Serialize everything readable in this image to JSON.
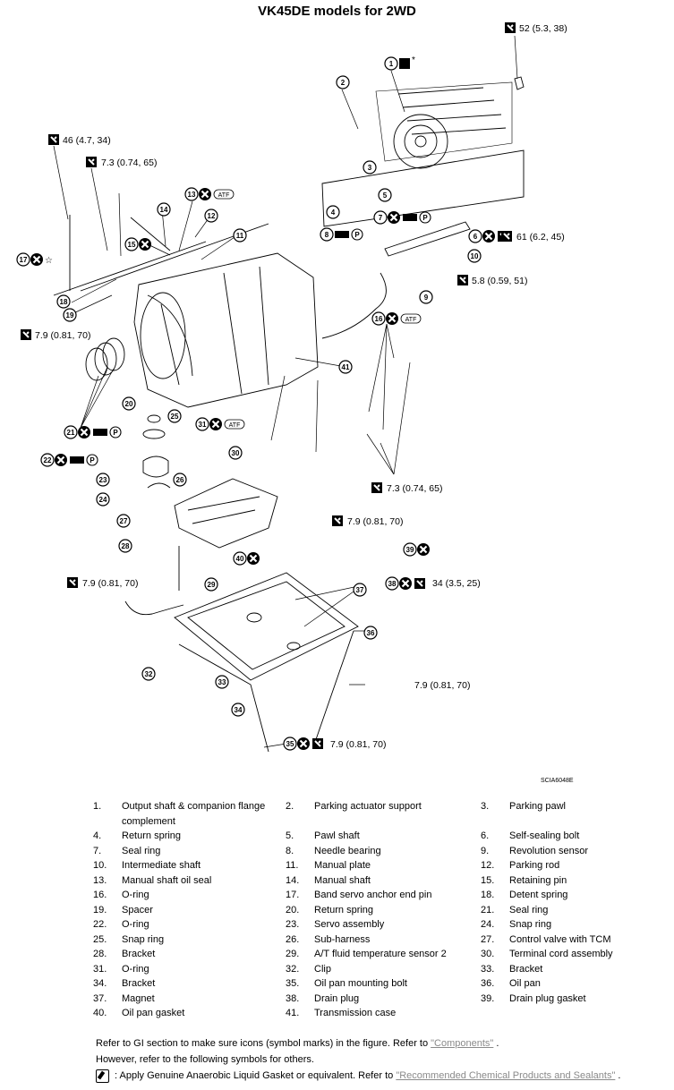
{
  "title": "VK45DE models for 2WD",
  "figure_id": "SCIA6048E",
  "callouts": [
    {
      "n": "1",
      "sym": "gasket",
      "suffix": "*"
    },
    {
      "n": "2"
    },
    {
      "n": "3"
    },
    {
      "n": "4"
    },
    {
      "n": "5"
    },
    {
      "n": "6",
      "sym": "x-torque",
      "torque": "61 (6.2, 45)"
    },
    {
      "n": "7",
      "sym": "x-p"
    },
    {
      "n": "8",
      "sym": "p"
    },
    {
      "n": "9"
    },
    {
      "n": "10"
    },
    {
      "n": "11"
    },
    {
      "n": "12"
    },
    {
      "n": "13",
      "sym": "x-atf"
    },
    {
      "n": "14"
    },
    {
      "n": "15",
      "sym": "x"
    },
    {
      "n": "16",
      "sym": "x-atf"
    },
    {
      "n": "17",
      "sym": "x-star"
    },
    {
      "n": "18"
    },
    {
      "n": "19"
    },
    {
      "n": "20"
    },
    {
      "n": "21",
      "sym": "x-p"
    },
    {
      "n": "22",
      "sym": "x-p"
    },
    {
      "n": "23"
    },
    {
      "n": "24"
    },
    {
      "n": "25"
    },
    {
      "n": "26"
    },
    {
      "n": "27"
    },
    {
      "n": "28"
    },
    {
      "n": "29"
    },
    {
      "n": "30"
    },
    {
      "n": "31",
      "sym": "x-atf"
    },
    {
      "n": "32"
    },
    {
      "n": "33"
    },
    {
      "n": "34"
    },
    {
      "n": "35",
      "sym": "x-torque"
    },
    {
      "n": "36"
    },
    {
      "n": "37"
    },
    {
      "n": "38",
      "sym": "x-torque"
    },
    {
      "n": "39",
      "sym": "x"
    },
    {
      "n": "40",
      "sym": "x"
    },
    {
      "n": "41"
    }
  ],
  "torques": {
    "t1": "52 (5.3, 38)",
    "t2": "46 (4.7, 34)",
    "t3": "7.3 (0.74, 65)",
    "t4": "5.8 (0.59, 51)",
    "t5": "7.9 (0.81, 70)",
    "t6": "61 (6.2, 45)",
    "t7": "7.3 (0.74, 65)",
    "t8": "7.9 (0.81, 70)",
    "t9": "7.9 (0.81, 70)",
    "t10": "34 (3.5, 25)",
    "t11": "7.9 (0.81, 70)",
    "t12": "7.9 (0.81, 70)"
  },
  "symbols": {
    "atf": "ATF",
    "p": "P",
    "star": "☆",
    "asterisk": "*"
  },
  "parts": [
    [
      "1.",
      "Output shaft & companion flange complement",
      "2.",
      "Parking actuator support",
      "3.",
      "Parking pawl"
    ],
    [
      "4.",
      "Return spring",
      "5.",
      "Pawl shaft",
      "6.",
      "Self-sealing bolt"
    ],
    [
      "7.",
      "Seal ring",
      "8.",
      "Needle bearing",
      "9.",
      "Revolution sensor"
    ],
    [
      "10.",
      "Intermediate shaft",
      "11.",
      "Manual plate",
      "12.",
      "Parking rod"
    ],
    [
      "13.",
      "Manual shaft oil seal",
      "14.",
      "Manual shaft",
      "15.",
      "Retaining pin"
    ],
    [
      "16.",
      "O-ring",
      "17.",
      "Band servo anchor end pin",
      "18.",
      "Detent spring"
    ],
    [
      "19.",
      "Spacer",
      "20.",
      "Return spring",
      "21.",
      "Seal ring"
    ],
    [
      "22.",
      "O-ring",
      "23.",
      "Servo assembly",
      "24.",
      "Snap ring"
    ],
    [
      "25.",
      "Snap ring",
      "26.",
      "Sub-harness",
      "27.",
      "Control valve with TCM"
    ],
    [
      "28.",
      "Bracket",
      "29.",
      "A/T fluid temperature sensor 2",
      "30.",
      "Terminal cord assembly"
    ],
    [
      "31.",
      "O-ring",
      "32.",
      "Clip",
      "33.",
      "Bracket"
    ],
    [
      "34.",
      "Bracket",
      "35.",
      "Oil pan mounting bolt",
      "36.",
      "Oil pan"
    ],
    [
      "37.",
      "Magnet",
      "38.",
      "Drain plug",
      "39.",
      "Drain plug gasket"
    ],
    [
      "40.",
      "Oil pan gasket",
      "41.",
      "Transmission case",
      "",
      ""
    ]
  ],
  "notes": {
    "line1_text": "Refer to GI section to make sure icons (symbol marks) in the figure. Refer to ",
    "line1_link": "\"Components\"",
    "line1_end": " .",
    "line2_text": "However, refer to the following symbols for others.",
    "line3_text": ": Apply Genuine Anaerobic Liquid Gasket or equivalent. Refer to ",
    "line3_link": "\"Recommended Chemical Products and Sealants\"",
    "line3_end": " ."
  }
}
